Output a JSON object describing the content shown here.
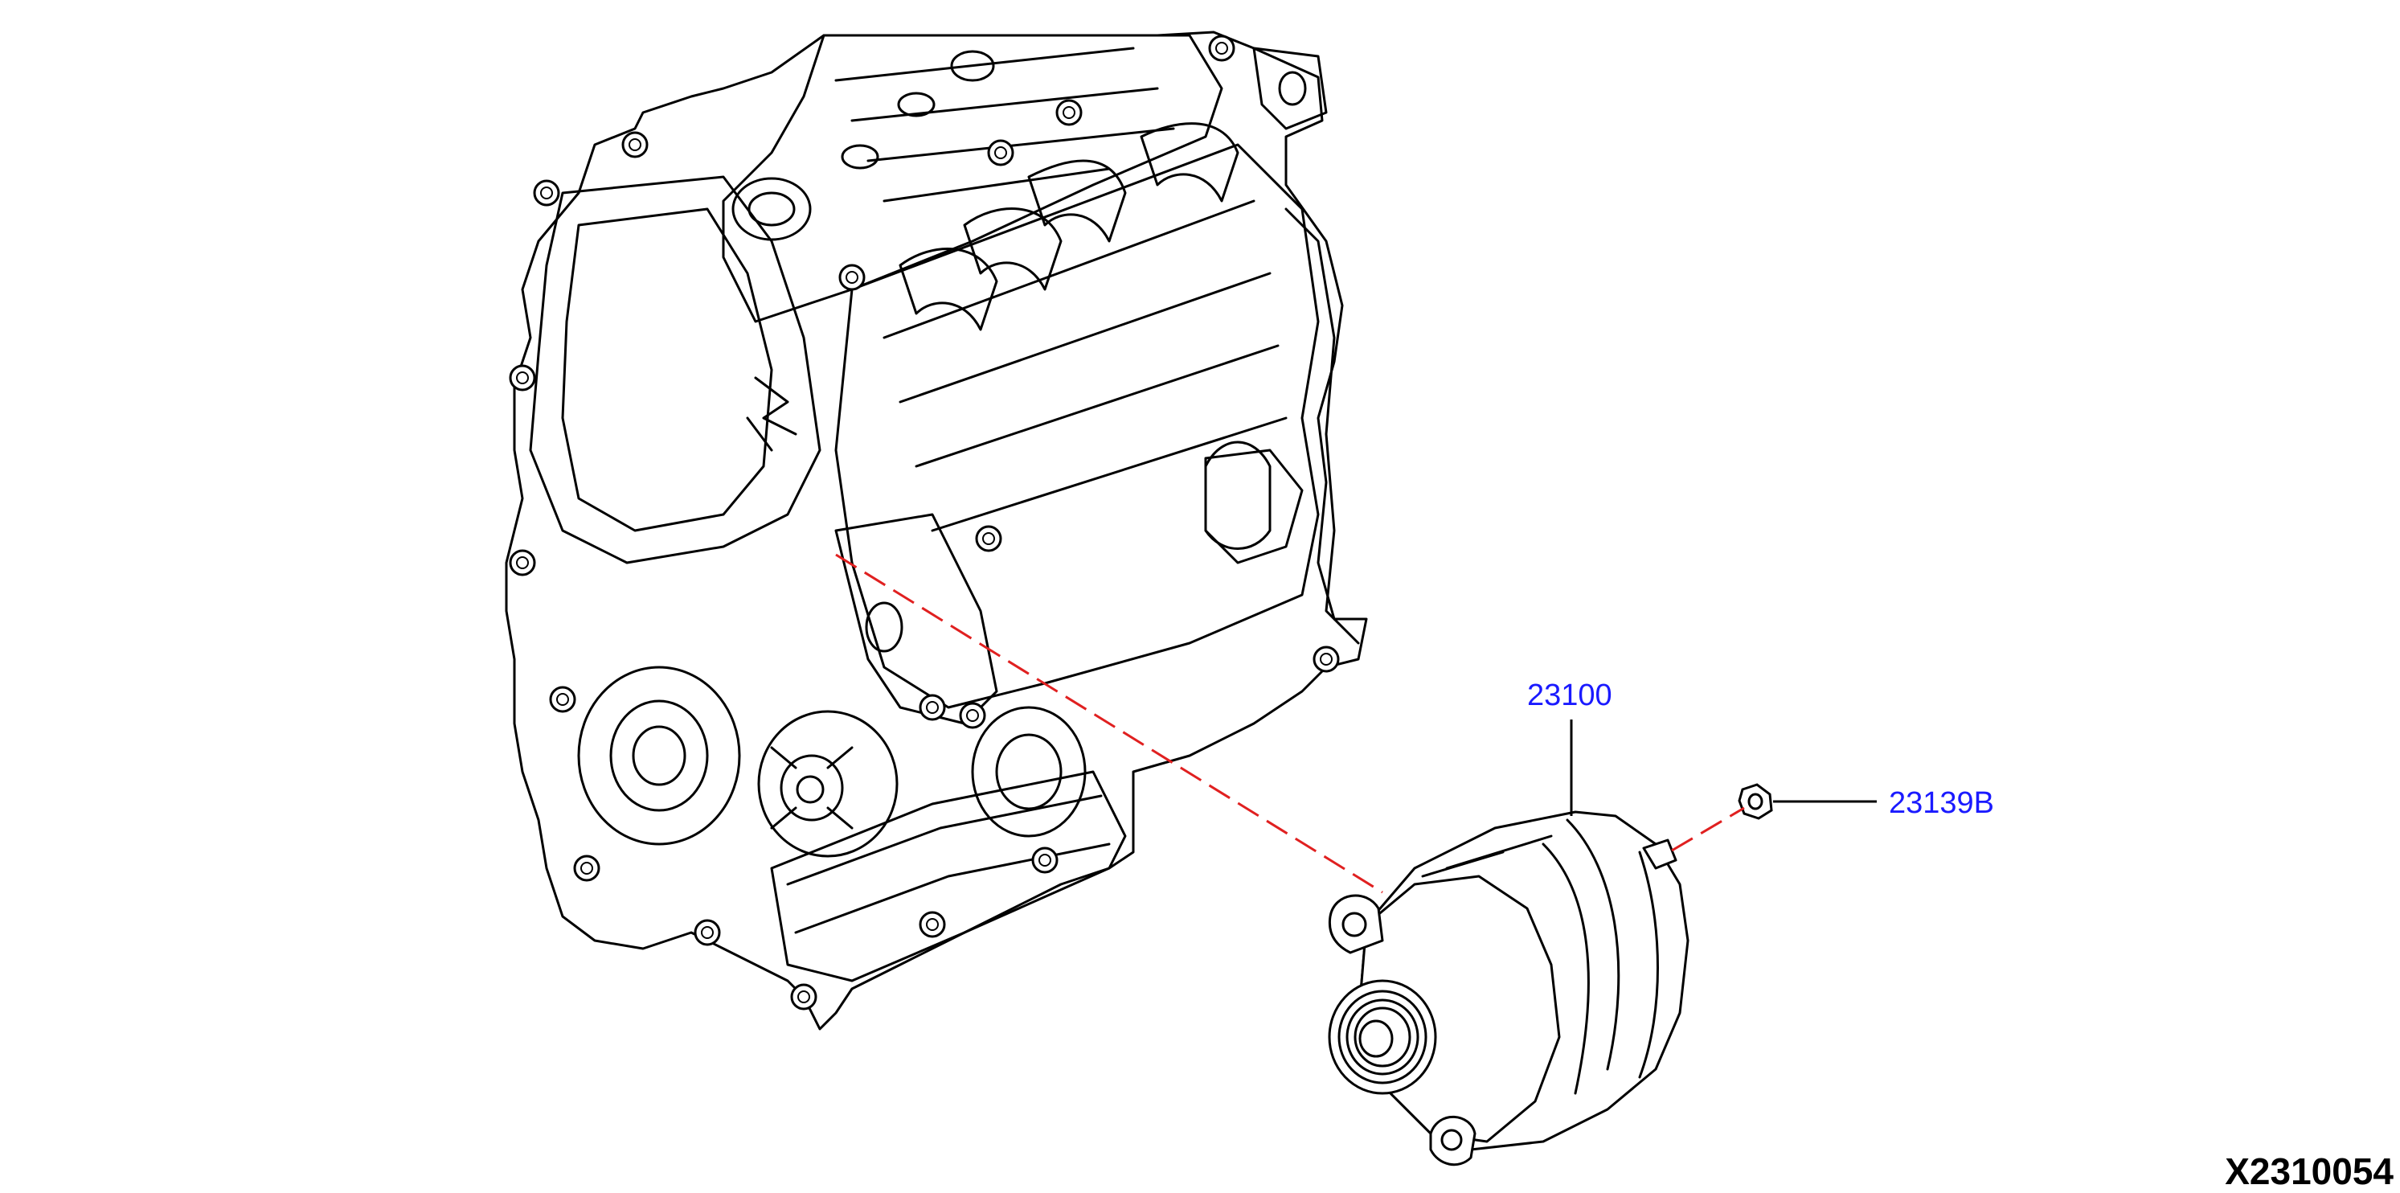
{
  "diagram": {
    "code": "X2310054",
    "colors": {
      "line": "#000000",
      "callout": "#1a1aff",
      "phantom": "#e02020",
      "background": "#ffffff"
    },
    "parts": [
      {
        "number": "23100",
        "component": "alternator"
      },
      {
        "number": "23139B",
        "component": "nut"
      }
    ]
  }
}
